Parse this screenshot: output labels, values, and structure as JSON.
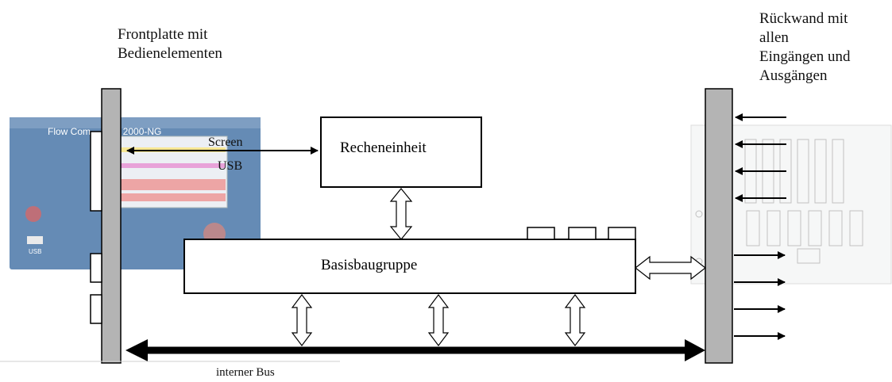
{
  "labels": {
    "front_panel": "Frontplatte mit\nBedienelementen",
    "rear_panel": "Rückwand mit\nallen\nEingängen und\nAusgängen",
    "screen": "Screen",
    "usb": "USB",
    "internal_bus": "interner Bus"
  },
  "boxes": {
    "compute_unit": "Recheneinheit",
    "base_board": "Basisbaugruppe"
  },
  "device_front": {
    "title_text": "Flow Com... ERZ 2000-NG",
    "usb_label": "USB",
    "panel_color": "#3f6fa3",
    "screen_color": "#e8ecf2"
  },
  "colors": {
    "panel_bar": "#b4b4b4",
    "line": "#000000",
    "rear_device": "#f1f2f2"
  }
}
